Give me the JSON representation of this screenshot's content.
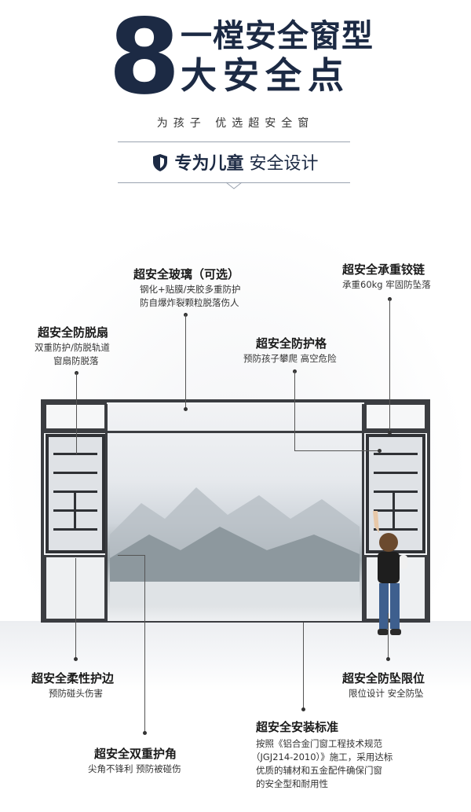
{
  "header": {
    "number": "8",
    "line1": "一樘安全窗型",
    "line2": "大安全点",
    "subtitle": "为孩子  优选超安全窗",
    "badge_bold": "专为儿童",
    "badge_rest": " 安全设计"
  },
  "features": [
    {
      "title": "超安全玻璃（可选）",
      "desc": [
        "钢化+贴膜/夹胶多重防护",
        "防自爆炸裂颗粒脱落伤人"
      ]
    },
    {
      "title": "超安全承重铰链",
      "desc": [
        "承重60kg 牢固防坠落"
      ]
    },
    {
      "title": "超安全防脱扇",
      "desc": [
        "双重防护/防脱轨道",
        "窗扇防脱落"
      ]
    },
    {
      "title": "超安全防护格",
      "desc": [
        "预防孩子攀爬 高空危险"
      ]
    },
    {
      "title": "超安全柔性护边",
      "desc": [
        "预防碰头伤害"
      ]
    },
    {
      "title": "超安全防坠限位",
      "desc": [
        "限位设计 安全防坠"
      ]
    },
    {
      "title": "超安全安装标准",
      "desc": [
        "按照《铝合金门窗工程技术规范",
        "（JGJ214-2010）》施工，采用达标",
        "优质的辅材和五金配件确保门窗",
        "的安全型和耐用性"
      ]
    },
    {
      "title": "超安全双重护角",
      "desc": [
        "尖角不锋利 预防被碰伤"
      ]
    }
  ],
  "icons": {
    "badge": "shield-icon"
  },
  "colors": {
    "navy": "#1c2a44",
    "frame": "#3b3d41"
  }
}
